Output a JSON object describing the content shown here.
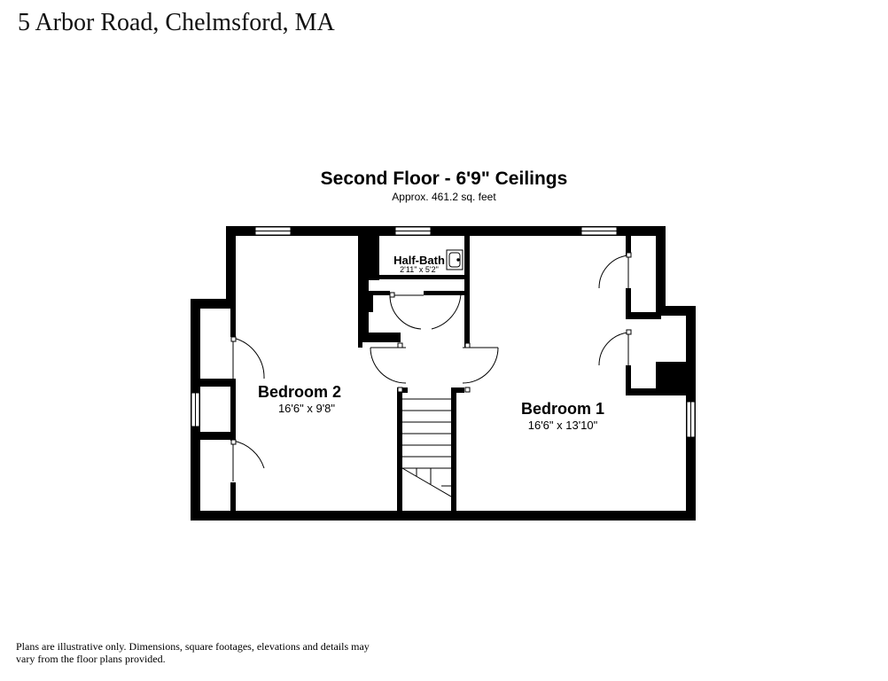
{
  "header": {
    "address": "5 Arbor Road, Chelmsford, MA"
  },
  "plan": {
    "title": "Second Floor - 6'9\" Ceilings",
    "area": "Approx. 461.2 sq. feet"
  },
  "rooms": {
    "bedroom2": {
      "name": "Bedroom 2",
      "dims": "16'6\" x 9'8\""
    },
    "bedroom1": {
      "name": "Bedroom 1",
      "dims": "16'6\" x 13'10\""
    },
    "halfbath": {
      "name": "Half-Bath",
      "dims": "2'11\" x 5'2\""
    }
  },
  "footer": {
    "disclaimer": "Plans are illustrative only. Dimensions, square footages, elevations and details may vary from the floor plans provided."
  }
}
